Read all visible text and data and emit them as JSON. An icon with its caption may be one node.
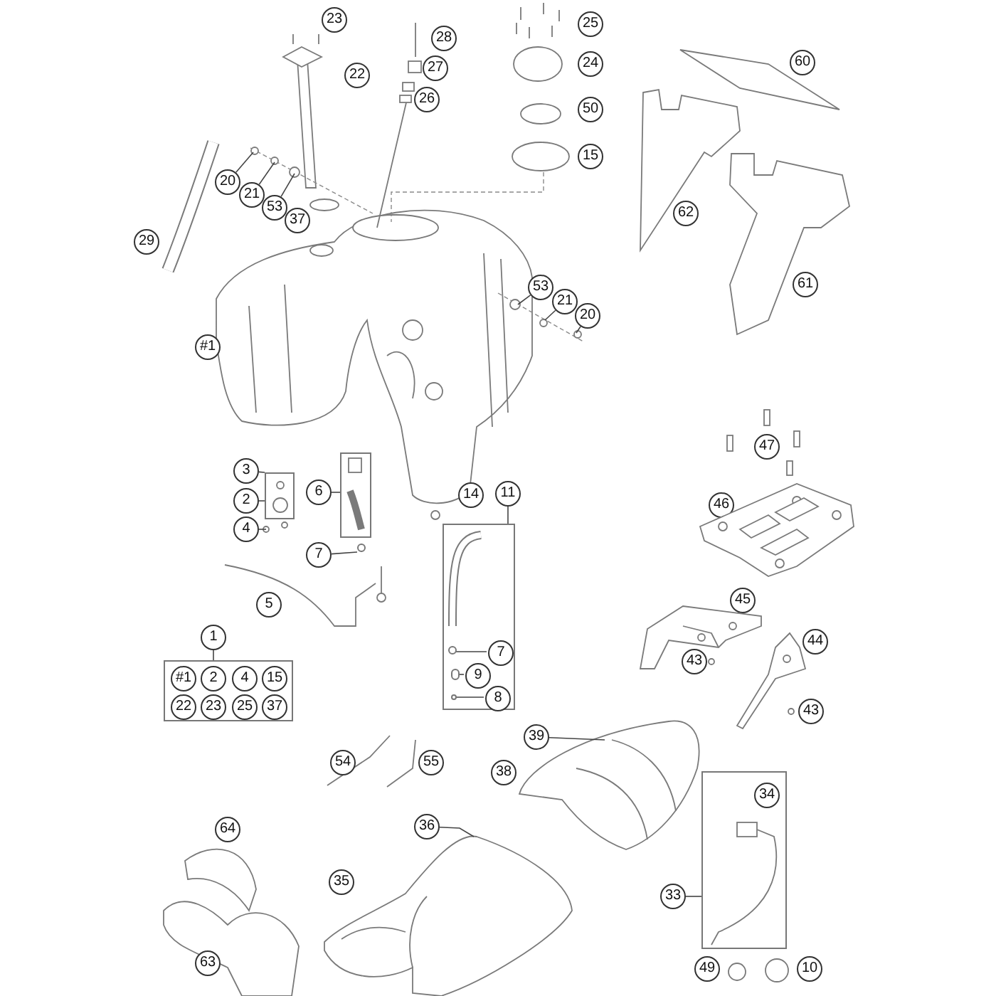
{
  "diagram": {
    "nodes": [
      {
        "text": [
          "20"
        ]
      },
      {
        "text": [
          "21"
        ]
      },
      {
        "text": [
          "53"
        ]
      },
      {
        "text": [
          "53"
        ]
      },
      {
        "text": [
          "21"
        ]
      },
      {
        "text": [
          "20"
        ]
      },
      {
        "text": [
          "3"
        ]
      },
      {
        "text": [
          "2"
        ]
      },
      {
        "text": [
          "4"
        ]
      },
      {
        "text": [],
        "shape": "box"
      },
      {
        "text": [
          "6"
        ]
      },
      {
        "text": [],
        "shape": "box"
      },
      {
        "text": [
          "7"
        ]
      },
      {
        "text": [
          "11"
        ]
      },
      {
        "text": [],
        "shape": "box"
      },
      {
        "text": [
          "7"
        ],
        "in": 14
      },
      {
        "text": [
          "9"
        ],
        "in": 14
      },
      {
        "text": [
          "8"
        ],
        "in": 14
      },
      {
        "text": [
          "1"
        ]
      },
      {
        "text": [],
        "shape": "box"
      },
      {
        "text": [
          "#1"
        ],
        "in": 19
      },
      {
        "text": [
          "2"
        ],
        "in": 19
      },
      {
        "text": [
          "4"
        ],
        "in": 19
      },
      {
        "text": [
          "15"
        ],
        "in": 19
      },
      {
        "text": [
          "22"
        ],
        "in": 19
      },
      {
        "text": [
          "23"
        ],
        "in": 19
      },
      {
        "text": [
          "25"
        ],
        "in": 19
      },
      {
        "text": [
          "37"
        ],
        "in": 19
      },
      {
        "text": [
          "36"
        ]
      },
      {
        "text": [
          "39"
        ]
      },
      {
        "text": [
          "33"
        ]
      },
      {
        "text": [],
        "shape": "box"
      },
      {
        "text": [],
        "shape": "circle",
        "in": 14
      },
      {
        "text": [],
        "shape": "circle",
        "in": 14
      },
      {
        "text": [],
        "shape": "circle",
        "in": 14
      },
      {
        "text": [
          "23"
        ]
      },
      {
        "text": [
          "25"
        ]
      },
      {
        "text": [
          "28"
        ]
      },
      {
        "text": [
          "60"
        ]
      },
      {
        "text": [
          "24"
        ]
      },
      {
        "text": [
          "27"
        ]
      },
      {
        "text": [
          "22"
        ]
      },
      {
        "text": [
          "26"
        ]
      },
      {
        "text": [
          "50"
        ]
      },
      {
        "text": [
          "15"
        ]
      },
      {
        "text": [
          "62"
        ]
      },
      {
        "text": [
          "37"
        ]
      },
      {
        "text": [
          "29"
        ]
      },
      {
        "text": [
          "61"
        ]
      },
      {
        "text": [
          "#1"
        ]
      },
      {
        "text": [
          "47"
        ]
      },
      {
        "text": [
          "14"
        ]
      },
      {
        "text": [
          "46"
        ]
      },
      {
        "text": [
          "45"
        ]
      },
      {
        "text": [
          "5"
        ]
      },
      {
        "text": [
          "44"
        ]
      },
      {
        "text": [
          "43"
        ]
      },
      {
        "text": [
          "43"
        ]
      },
      {
        "text": [
          "54"
        ]
      },
      {
        "text": [
          "55"
        ]
      },
      {
        "text": [
          "38"
        ]
      },
      {
        "text": [
          "34"
        ],
        "in": 31
      },
      {
        "text": [
          "64"
        ]
      },
      {
        "text": [
          "35"
        ]
      },
      {
        "text": [
          "63"
        ]
      },
      {
        "text": [
          "49"
        ]
      },
      {
        "text": [
          "10"
        ]
      },
      {
        "text": [],
        "shape": "circle"
      },
      {
        "text": [],
        "shape": "picture"
      },
      {
        "text": [],
        "shape": "picture"
      },
      {
        "text": [],
        "shape": "picture"
      }
    ],
    "edges": [
      {
        "from": 0,
        "to": null,
        "arrow": "none"
      },
      {
        "from": 1,
        "to": null,
        "arrow": "none"
      },
      {
        "from": 2,
        "to": null,
        "arrow": "none"
      },
      {
        "from": 3,
        "to": null,
        "arrow": "none"
      },
      {
        "from": 4,
        "to": null,
        "arrow": "none"
      },
      {
        "from": 5,
        "to": null,
        "arrow": "none"
      },
      {
        "from": 6,
        "to": 9,
        "arrow": "none"
      },
      {
        "from": 7,
        "to": 9,
        "arrow": "none"
      },
      {
        "from": 8,
        "to": null,
        "arrow": "none"
      },
      {
        "from": 10,
        "to": 11,
        "arrow": "none"
      },
      {
        "from": 12,
        "to": 67,
        "arrow": "none"
      },
      {
        "from": 13,
        "to": 14,
        "arrow": "none"
      },
      {
        "from": 15,
        "to": 32,
        "arrow": "none"
      },
      {
        "from": 16,
        "to": 33,
        "arrow": "none"
      },
      {
        "from": 17,
        "to": 34,
        "arrow": "none"
      },
      {
        "from": 18,
        "to": 19,
        "arrow": "none"
      },
      {
        "from": 28,
        "to": null,
        "arrow": "none"
      },
      {
        "from": 29,
        "to": null,
        "arrow": "none"
      },
      {
        "from": 30,
        "to": 31,
        "arrow": "none"
      }
    ]
  }
}
